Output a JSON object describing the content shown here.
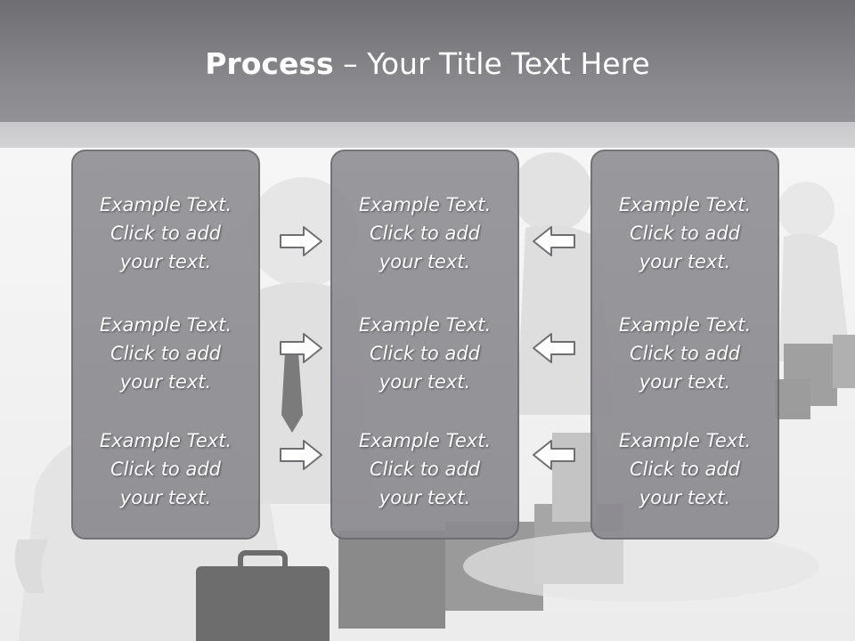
{
  "slide": {
    "title_bold": "Process",
    "title_rest": " – Your Title Text Here"
  },
  "columns": [
    {
      "items": [
        {
          "line1": "Example Text.",
          "line2": "Click  to add",
          "line3": "your text."
        },
        {
          "line1": "Example Text.",
          "line2": "Click  to add",
          "line3": "your text."
        },
        {
          "line1": "Example Text.",
          "line2": "Click  to add",
          "line3": "your text."
        }
      ]
    },
    {
      "items": [
        {
          "line1": "Example Text.",
          "line2": "Click  to add",
          "line3": "your text."
        },
        {
          "line1": "Example Text.",
          "line2": "Click  to add",
          "line3": "your text."
        },
        {
          "line1": "Example Text.",
          "line2": "Click  to add",
          "line3": "your text."
        }
      ]
    },
    {
      "items": [
        {
          "line1": "Example Text.",
          "line2": "Click  to add",
          "line3": "your text."
        },
        {
          "line1": "Example Text.",
          "line2": "Click  to add",
          "line3": "your text."
        },
        {
          "line1": "Example Text.",
          "line2": "Click  to add",
          "line3": "your text."
        }
      ]
    }
  ],
  "icons": {
    "right": "arrow-right-icon",
    "left": "arrow-left-icon"
  },
  "colors": {
    "header": "#8a898e",
    "panel": "#8f8e93",
    "panel_border": "#6b6a6f",
    "text": "#ffffff"
  }
}
